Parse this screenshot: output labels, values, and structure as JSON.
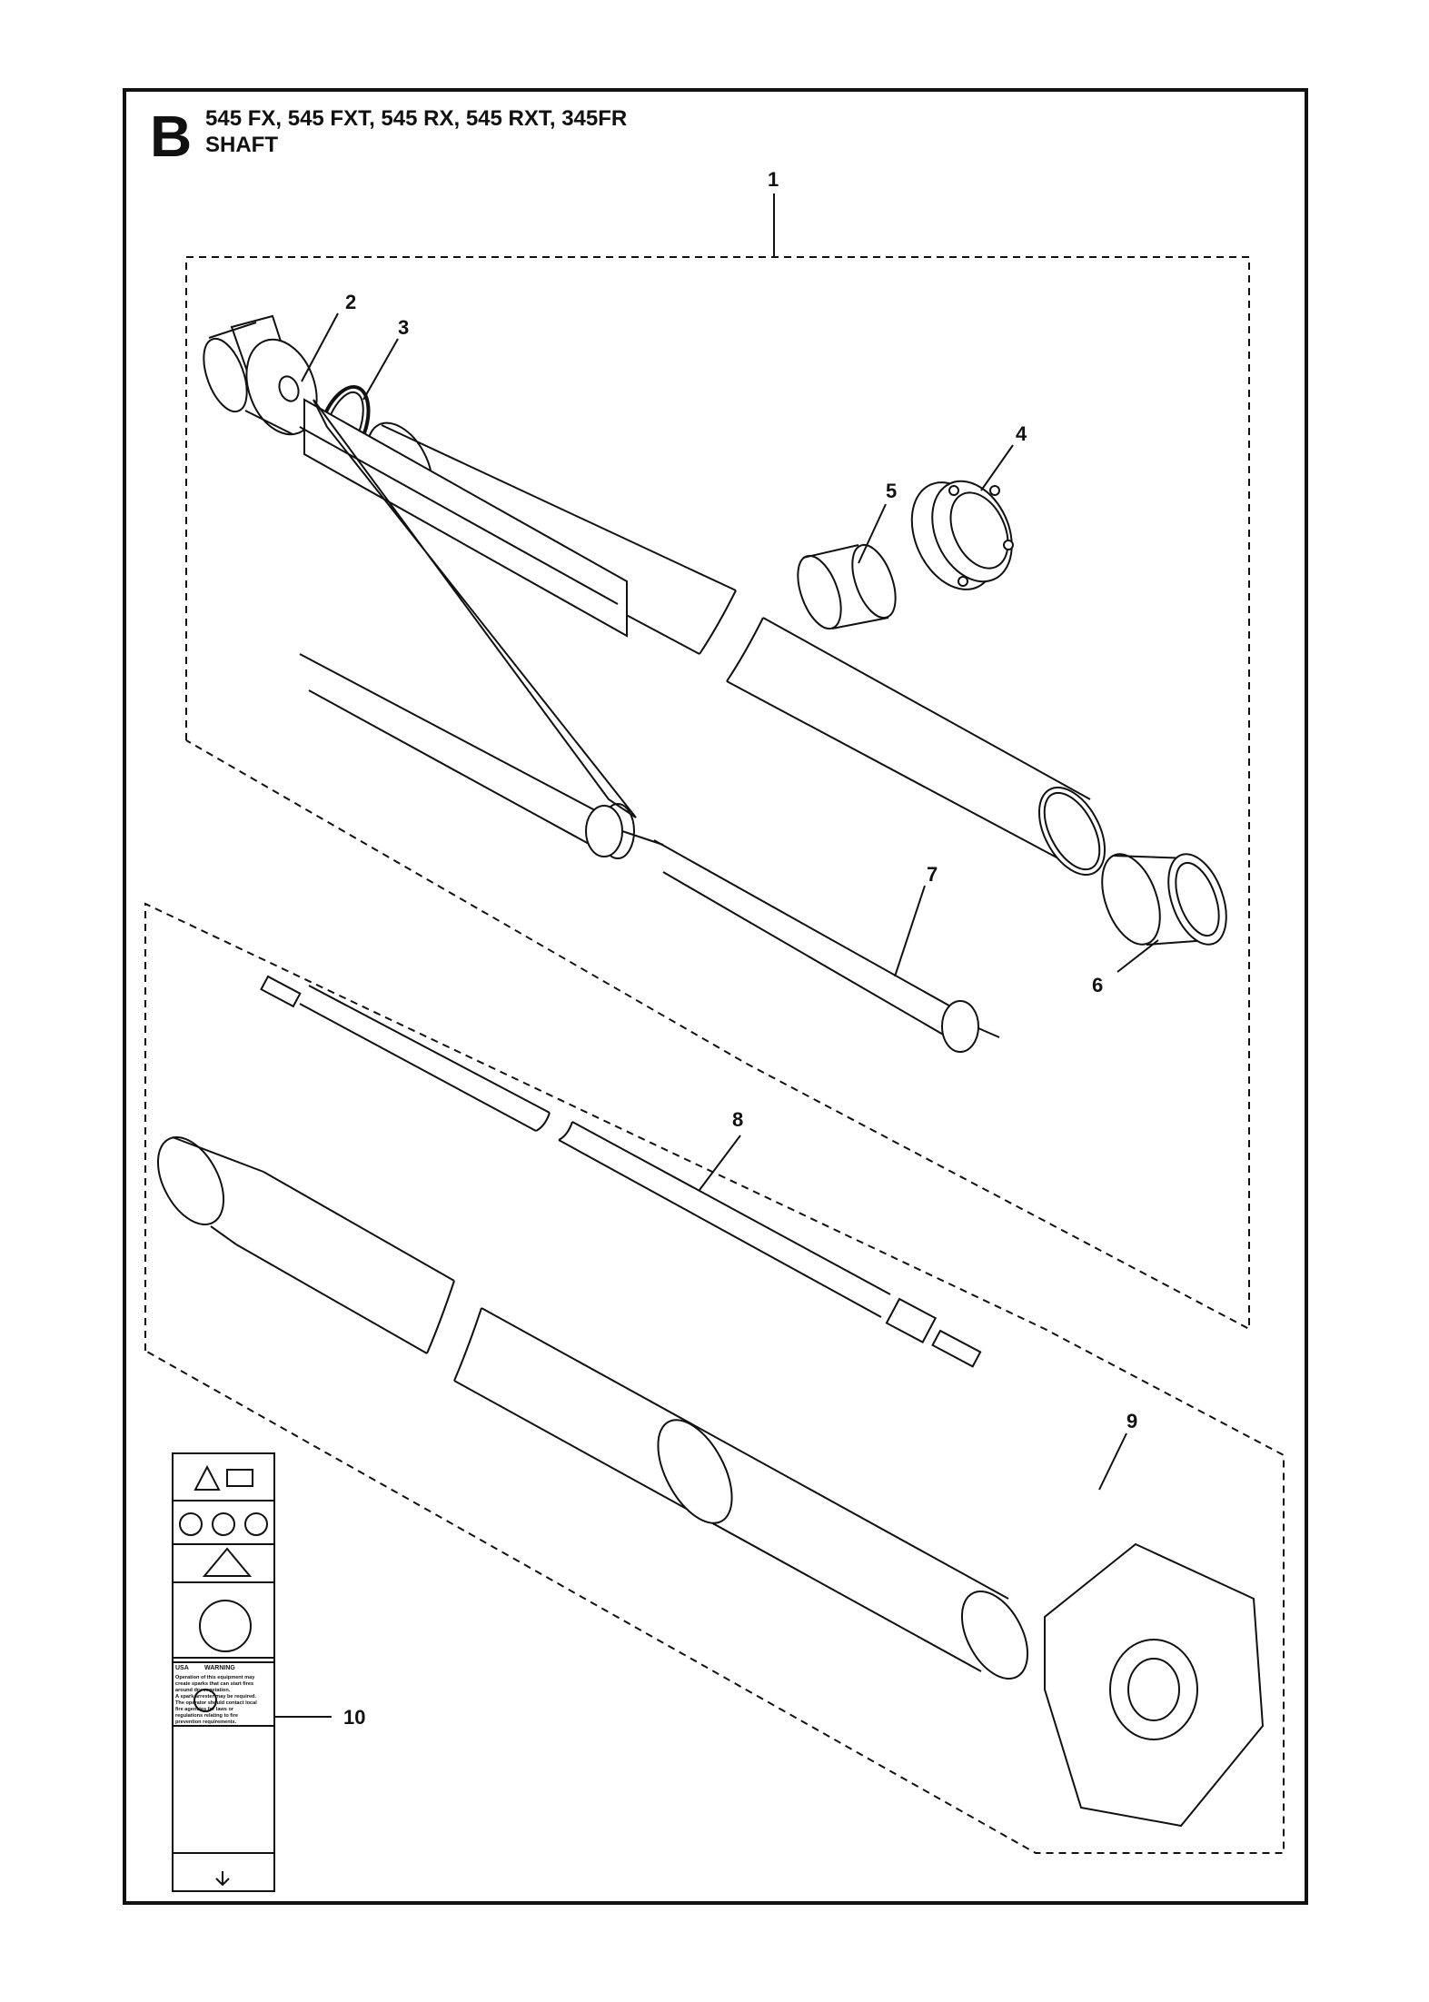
{
  "header": {
    "section_letter": "B",
    "models": "545 FX, 545 FXT, 545 RX, 545 RXT, 345FR",
    "title": "SHAFT"
  },
  "callouts": [
    "1",
    "2",
    "3",
    "4",
    "5",
    "6",
    "7",
    "8",
    "9",
    "10"
  ],
  "label_sticker": {
    "lang_code": "USA",
    "warning_heading": "WARNING",
    "warning_lines": [
      "Operation of this equipment may",
      "create sparks that can start fires",
      "around dry vegetation.",
      "A spark arrester may be required.",
      "The operator should contact local",
      "fire agencies for laws or",
      "regulations relating to fire",
      "prevention requirements."
    ]
  }
}
